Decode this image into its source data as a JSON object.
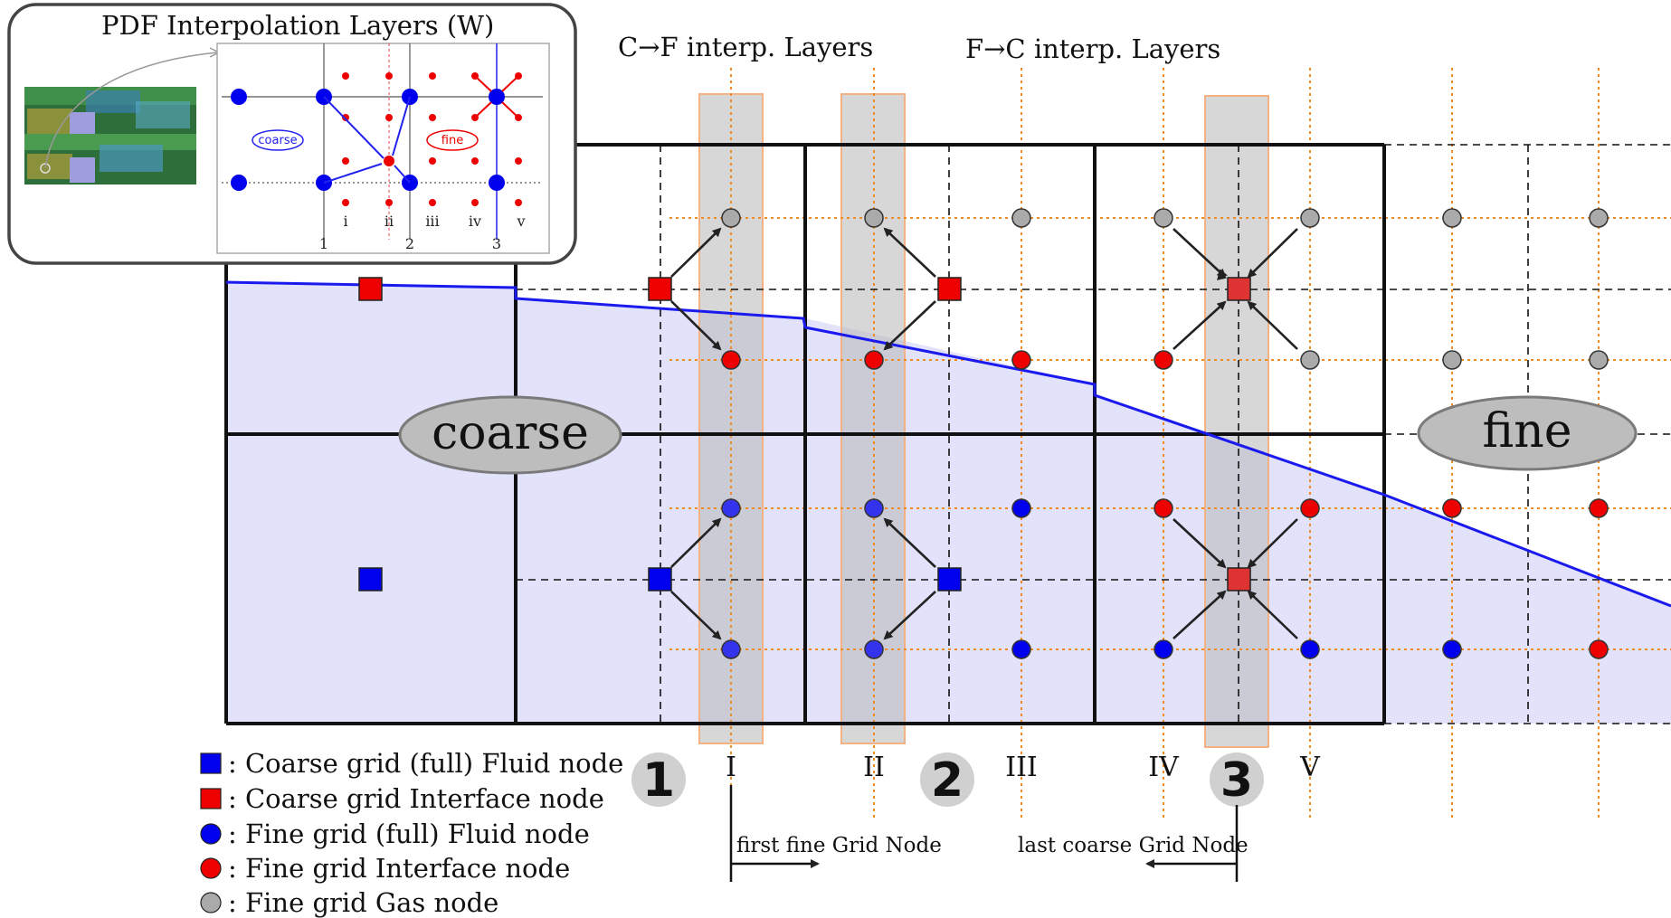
{
  "headers": {
    "c2f": "C→F interp. Layers",
    "f2c": "F→C interp. Layers"
  },
  "regions": {
    "coarse": "coarse",
    "fine": "fine"
  },
  "layer_numbers": [
    "1",
    "2",
    "3"
  ],
  "columns": [
    "I",
    "II",
    "III",
    "IV",
    "V"
  ],
  "legend": [
    {
      "marker": "square",
      "color": "#0000ee",
      "text": ": Coarse grid (full) Fluid node"
    },
    {
      "marker": "square",
      "color": "#ee0000",
      "text": ": Coarse grid Interface node"
    },
    {
      "marker": "circle",
      "color": "#0000ee",
      "text": ": Fine grid (full) Fluid node"
    },
    {
      "marker": "circle",
      "color": "#ee0000",
      "text": ": Fine grid Interface node"
    },
    {
      "marker": "circle",
      "color": "#aaaaaa",
      "text": ": Fine grid Gas node"
    }
  ],
  "annotations": {
    "first_fine": "first fine Grid Node",
    "last_coarse": "last coarse Grid Node"
  },
  "inset": {
    "title": "PDF Interpolation Layers (W)",
    "coarse_tag": "coarse",
    "fine_tag": "fine",
    "numbers": [
      "1",
      "2",
      "3"
    ],
    "romans": [
      "i",
      "ii",
      "iii",
      "iv",
      "v"
    ]
  },
  "colors": {
    "fluid": "#0000ee",
    "interface": "#ee0000",
    "gas": "#aaaaaa",
    "liquid_fill": "#e0e0fb",
    "interface_line": "#1a1aee",
    "fine_grid_line": "#f08a24",
    "layer_band": "#d4d4d4",
    "layer_band_border": "#f4b183"
  }
}
